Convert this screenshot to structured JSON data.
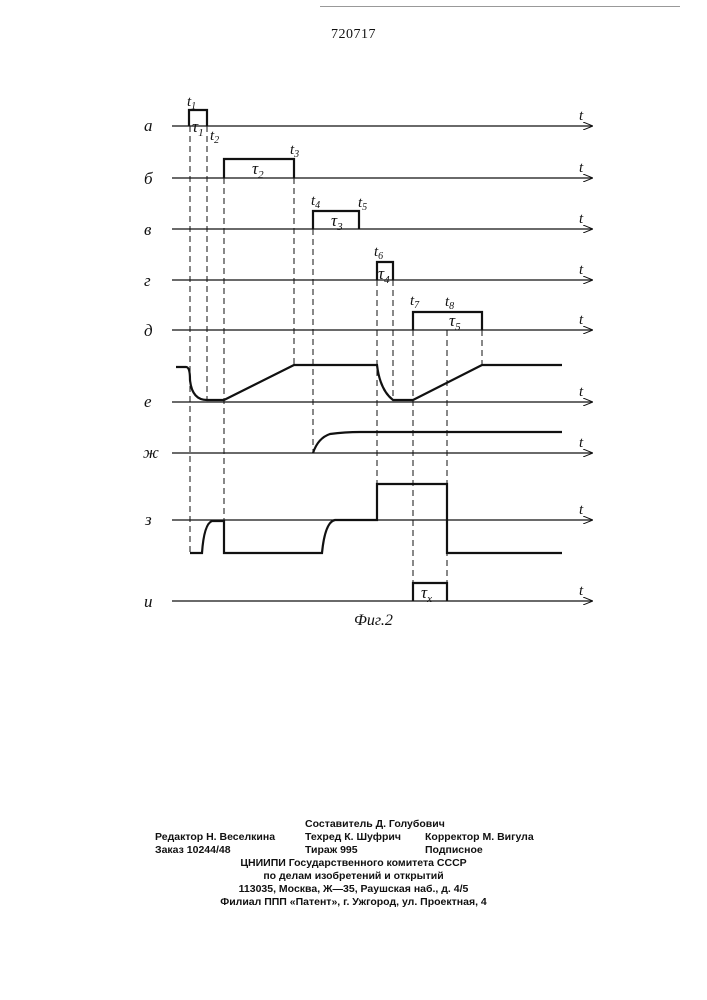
{
  "page_number": "720717",
  "figure": {
    "caption": "Фиг.2",
    "axis_label": "t",
    "channels": [
      {
        "id": "a",
        "label": "а"
      },
      {
        "id": "b",
        "label": "б"
      },
      {
        "id": "v",
        "label": "в"
      },
      {
        "id": "g",
        "label": "г"
      },
      {
        "id": "d",
        "label": "д"
      },
      {
        "id": "e",
        "label": "е"
      },
      {
        "id": "zh",
        "label": "ж"
      },
      {
        "id": "z",
        "label": "з"
      },
      {
        "id": "i",
        "label": "и"
      }
    ],
    "time_marks": {
      "t1": "t",
      "t1_sub": "1",
      "t2": "t",
      "t2_sub": "2",
      "t3": "t",
      "t3_sub": "3",
      "t4": "t",
      "t4_sub": "4",
      "t5": "t",
      "t5_sub": "5",
      "t6": "t",
      "t6_sub": "6",
      "t7": "t",
      "t7_sub": "7",
      "t8": "t",
      "t8_sub": "8"
    },
    "intervals": {
      "tau1": "τ",
      "tau1_sub": "1",
      "tau2": "τ",
      "tau2_sub": "2",
      "tau3": "τ",
      "tau3_sub": "3",
      "tau4": "τ",
      "tau4_sub": "4",
      "tau5": "τ",
      "tau5_sub": "5",
      "taux": "τ",
      "taux_sub": "x"
    }
  },
  "colophon": {
    "compiler": "Составитель Д. Голубович",
    "editor": "Редактор Н. Веселкина",
    "techred": "Техред К. Шуфрич",
    "corrector": "Корректор М. Вигула",
    "order": "Заказ 10244/48",
    "print_run": "Тираж 995",
    "subscription": "Подписное",
    "org": "ЦНИИПИ Государственного комитета СССР",
    "org_dept": "по делам изобретений и открытий",
    "address": "113035, Москва, Ж—35, Раушская наб., д. 4/5",
    "branch": "Филиал ППП «Патент», г. Ужгород, ул. Проектная, 4"
  }
}
